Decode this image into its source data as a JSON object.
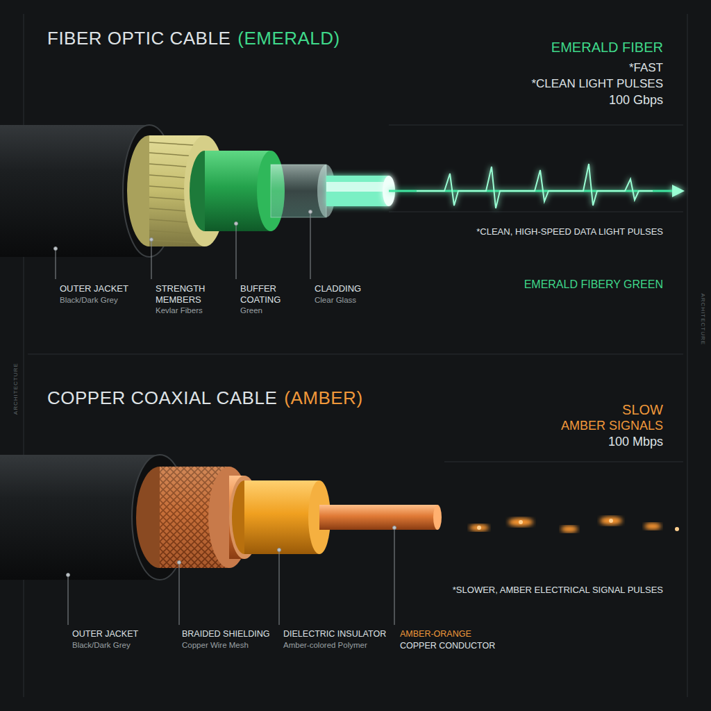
{
  "diagram": {
    "labels": [
      "FIBER OPTIC CABLE",
      "(EMERALD)",
      "EMERALD FIBER",
      "*FAST",
      "*CLEAN LIGHT PULSES",
      "100 Gbps",
      "*CLEAN, HIGH-SPEED DATA LIGHT PULSES",
      "EMERALD FIBERY GREEN",
      "OUTER JACKET",
      "Black/Dark Grey",
      "STRENGTH MEMBERS",
      "Kevlar Fibers",
      "BUFFER COATING",
      "Green",
      "CLADDING",
      "Clear Glass",
      "COPPER COAXIAL CABLE",
      "(AMBER)",
      "SLOW",
      "AMBER SIGNALS",
      "100 Mbps",
      "*SLOWER, AMBER ELECTRICAL SIGNAL PULSES",
      "OUTER JACKET",
      "Black/Dark Grey",
      "BRAIDED SHIELDING",
      "Copper Wire Mesh",
      "DIELECTRIC INSULATOR",
      "Amber-colored Polymer",
      "AMBER-ORANGE",
      "COPPER CONDUCTOR",
      "ARCHITECTURE",
      "ARCHITECTURE"
    ]
  }
}
